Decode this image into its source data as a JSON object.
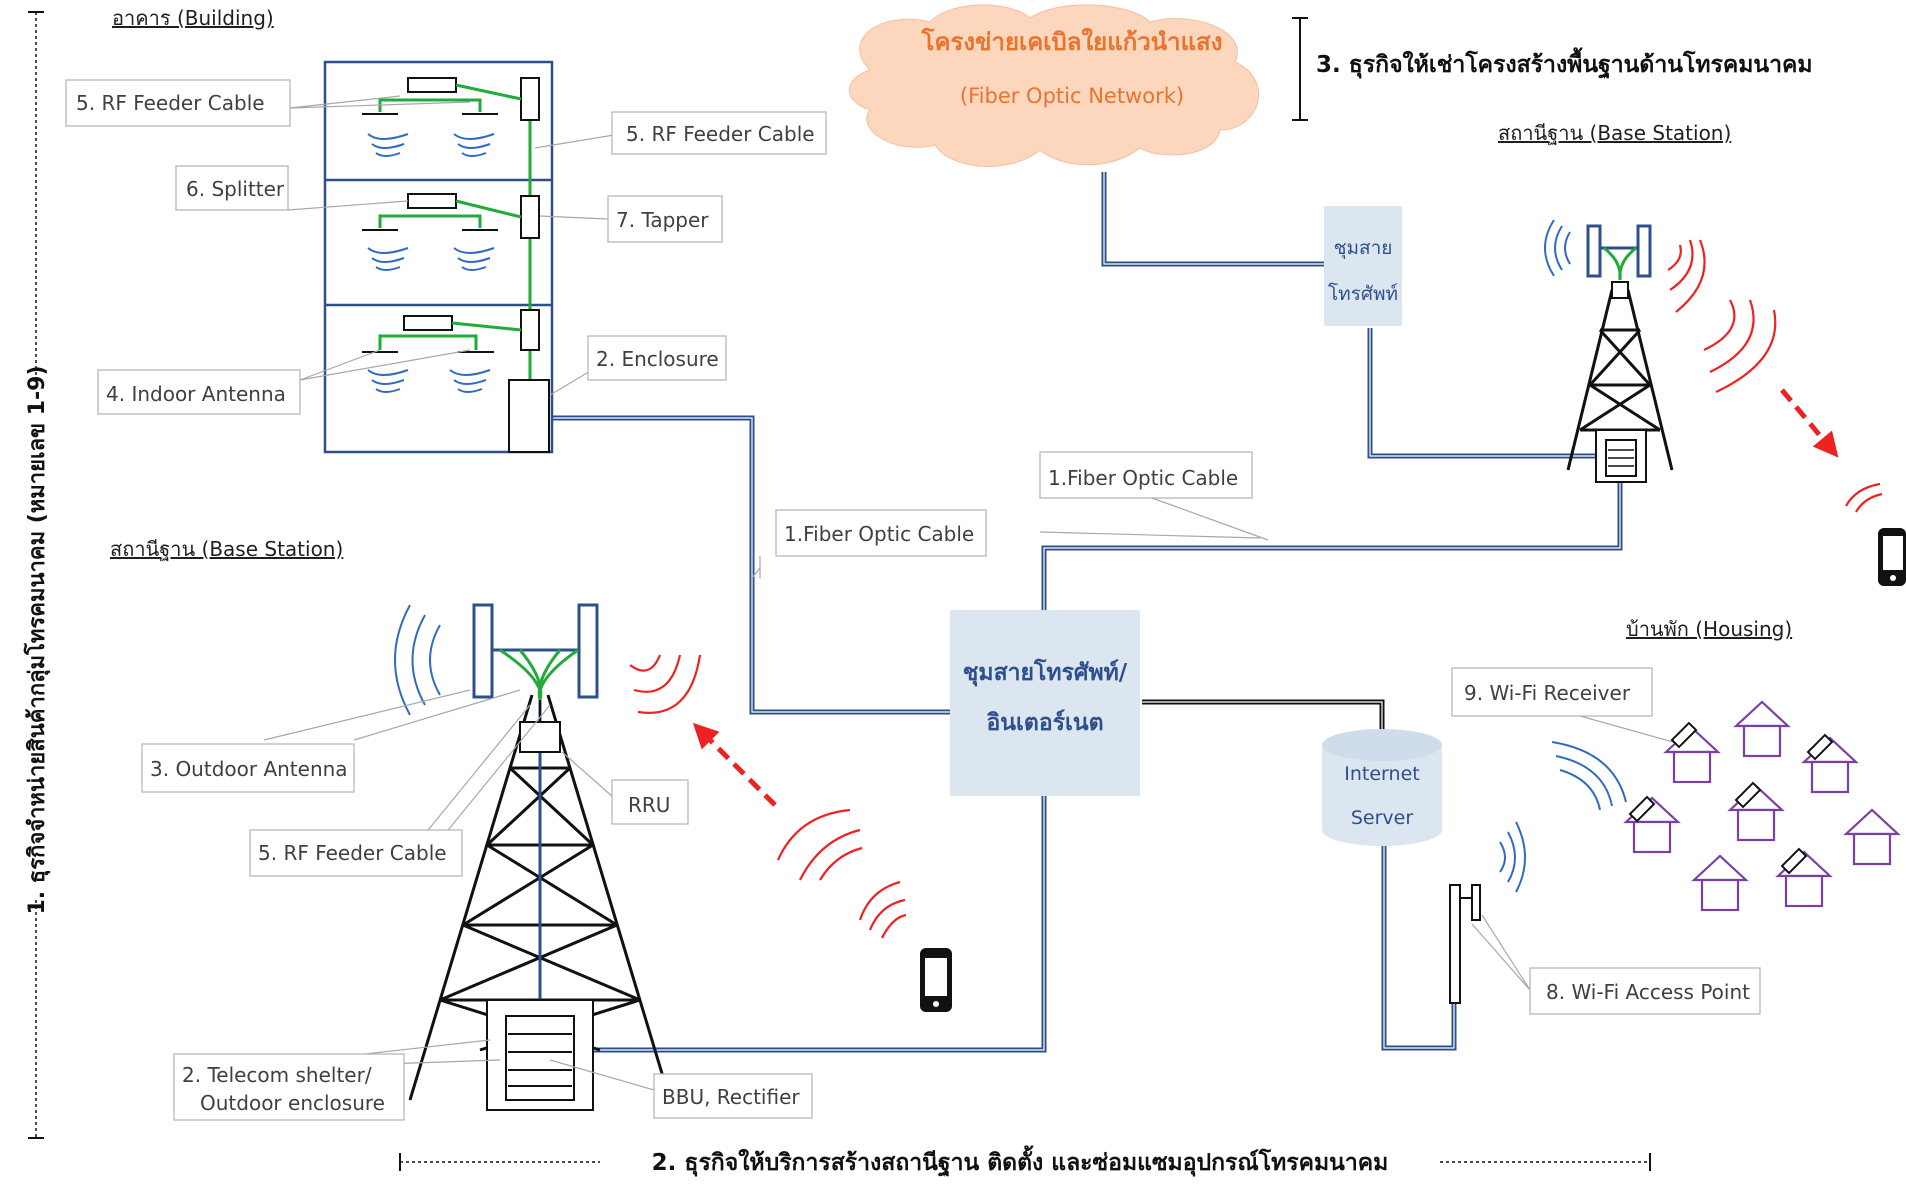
{
  "left_bracket": {
    "label": "1.  ธุรกิจจำหน่ายสินค้ากลุ่มโทรคมนาคม (หมายเลข 1-9)"
  },
  "bottom_bracket": {
    "label": "2. ธุรกิจให้บริการสร้างสถานีฐาน ติดตั้ง และซ่อมแซมอุปกรณ์โทรคมนาคม"
  },
  "top_right_bracket": {
    "label": "3. ธุรกิจให้เช่าโครงสร้างพื้นฐานด้านโทรคมนาคม"
  },
  "cloud": {
    "thai": "โครงข่ายเคเบิลใยแก้วนำแสง",
    "eng": "(Fiber Optic Network)"
  },
  "sections": {
    "building": "อาคาร (Building)",
    "base_station_left": "สถานีฐาน (Base Station)",
    "base_station_right": "สถานีฐาน (Base Station)",
    "housing": "บ้านพัก (Housing)"
  },
  "exchange_small": {
    "line1": "ชุมสาย",
    "line2": "โทรศัพท์"
  },
  "exchange_main": {
    "line1": "ชุมสายโทรศัพท์/",
    "line2": "อินเตอร์เนต"
  },
  "internet_server": {
    "line1": "Internet",
    "line2": "Server"
  },
  "labels": {
    "rf_feeder_1": "5. RF Feeder Cable",
    "rf_feeder_2": "5. RF Feeder Cable",
    "splitter": "6. Splitter",
    "tapper": "7. Tapper",
    "enclosure": "2. Enclosure",
    "indoor_antenna": "4. Indoor Antenna",
    "fiber_cable_1": "1.Fiber Optic Cable",
    "fiber_cable_2": "1.Fiber Optic Cable",
    "outdoor_antenna": "3. Outdoor  Antenna",
    "rru": "RRU",
    "rf_feeder_3": "5. RF Feeder Cable",
    "shelter_line1": "2. Telecom shelter/",
    "shelter_line2": "Outdoor enclosure",
    "bbu": "BBU, Rectifier",
    "wifi_receiver": "9. Wi-Fi Receiver",
    "wifi_ap": "8. Wi-Fi Access Point"
  },
  "colors": {
    "fiber": "#2d4f8c",
    "rf_feeder": "#22aa3a",
    "signal_wave": "#ee2222",
    "antenna_wave": "#2f6cc0",
    "house": "#7a3fa6",
    "cloud_fill": "#fcd6bd",
    "cloud_text": "#e8742e",
    "exchange_fill": "#dce6f1"
  }
}
